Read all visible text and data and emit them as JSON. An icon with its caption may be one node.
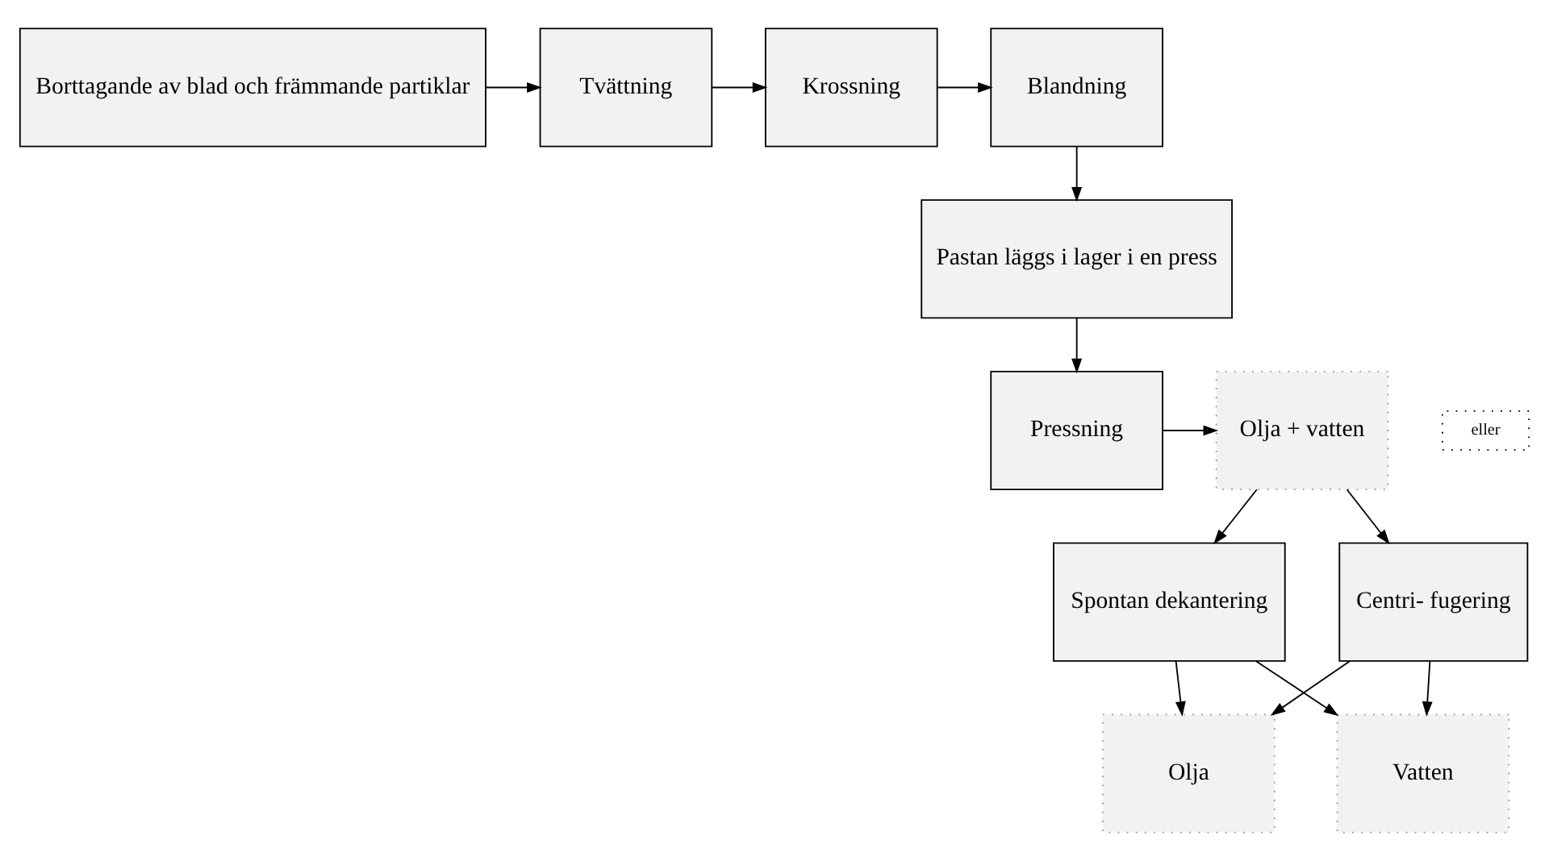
{
  "diagram": {
    "nodes": [
      {
        "text": [
          "Borttagande av blad och främmande partiklar"
        ]
      },
      {
        "text": [
          "Tvättning"
        ]
      },
      {
        "text": [
          "Krossning"
        ]
      },
      {
        "text": [
          "Blandning"
        ]
      },
      {
        "text": [
          "Pastan läggs i lager i en press"
        ]
      },
      {
        "text": [
          "Pressning"
        ]
      },
      {
        "text": [
          "Olja + vatten"
        ]
      },
      {
        "text": [
          "Spontan dekantering"
        ]
      },
      {
        "text": [
          "Centri- fugering"
        ]
      },
      {
        "text": [
          "Olja"
        ]
      },
      {
        "text": [
          "Vatten"
        ]
      },
      {
        "text": [
          "eller"
        ]
      }
    ],
    "edges": [
      {
        "from": 0,
        "to": 1,
        "arrow": "to"
      },
      {
        "from": 1,
        "to": 2,
        "arrow": "to"
      },
      {
        "from": 2,
        "to": 3,
        "arrow": "to"
      },
      {
        "from": 3,
        "to": 4,
        "arrow": "to"
      },
      {
        "from": 4,
        "to": 5,
        "arrow": "to"
      },
      {
        "from": 5,
        "to": 6,
        "arrow": "to"
      },
      {
        "from": 6,
        "to": 7,
        "arrow": "to"
      },
      {
        "from": 6,
        "to": 8,
        "arrow": "to"
      },
      {
        "from": 7,
        "to": 9,
        "arrow": "to"
      },
      {
        "from": 7,
        "to": 10,
        "arrow": "to"
      },
      {
        "from": 8,
        "to": 9,
        "arrow": "to"
      },
      {
        "from": 8,
        "to": 10,
        "arrow": "to"
      }
    ]
  }
}
